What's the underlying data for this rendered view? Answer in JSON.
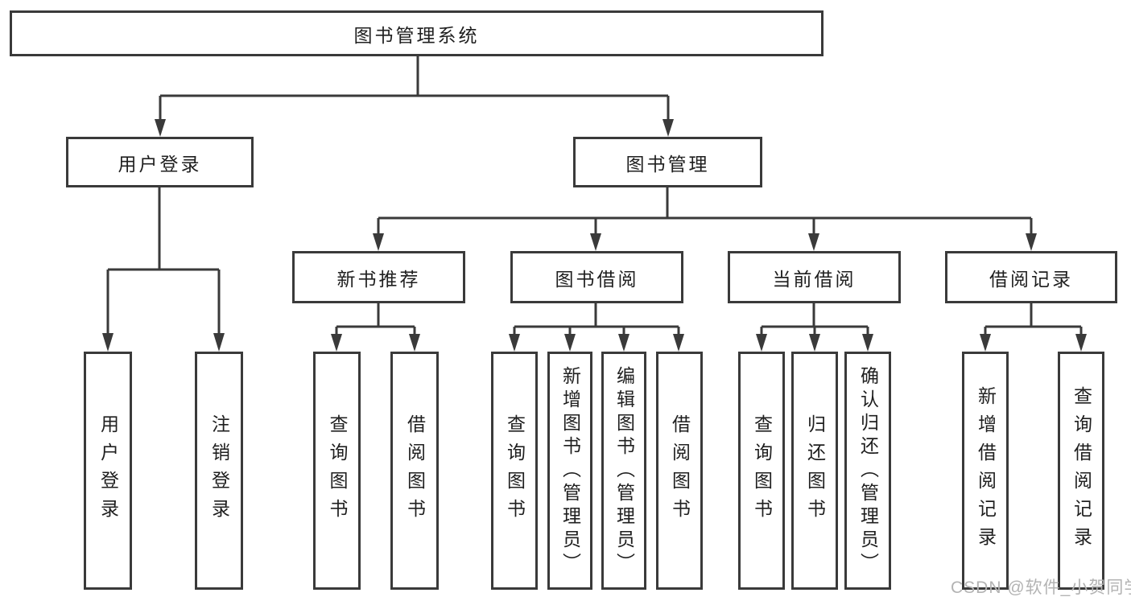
{
  "diagram": {
    "title": "图书管理系统",
    "branches": [
      {
        "label": "用户登录",
        "children": [
          {
            "label": "用户登录"
          },
          {
            "label": "注销登录"
          }
        ]
      },
      {
        "label": "图书管理",
        "children": [
          {
            "label": "新书推荐",
            "children": [
              {
                "label": "查询图书"
              },
              {
                "label": "借阅图书"
              }
            ]
          },
          {
            "label": "图书借阅",
            "children": [
              {
                "label": "查询图书"
              },
              {
                "label": "新增图书（管理员）"
              },
              {
                "label": "编辑图书（管理员）"
              },
              {
                "label": "借阅图书"
              }
            ]
          },
          {
            "label": "当前借阅",
            "children": [
              {
                "label": "查询图书"
              },
              {
                "label": "归还图书"
              },
              {
                "label": "确认归还（管理员）"
              }
            ]
          },
          {
            "label": "借阅记录",
            "children": [
              {
                "label": "新增借阅记录"
              },
              {
                "label": "查询借阅记录"
              }
            ]
          }
        ]
      }
    ]
  },
  "watermark": {
    "text": "CSDN @软件_小贺同学"
  },
  "colors": {
    "line": "#3a3a3a",
    "box_border": "#3a3a3a",
    "box_fill": "#ffffff",
    "text": "#1f1f1f",
    "watermark": "#b3b3b3",
    "background": "#ffffff"
  }
}
